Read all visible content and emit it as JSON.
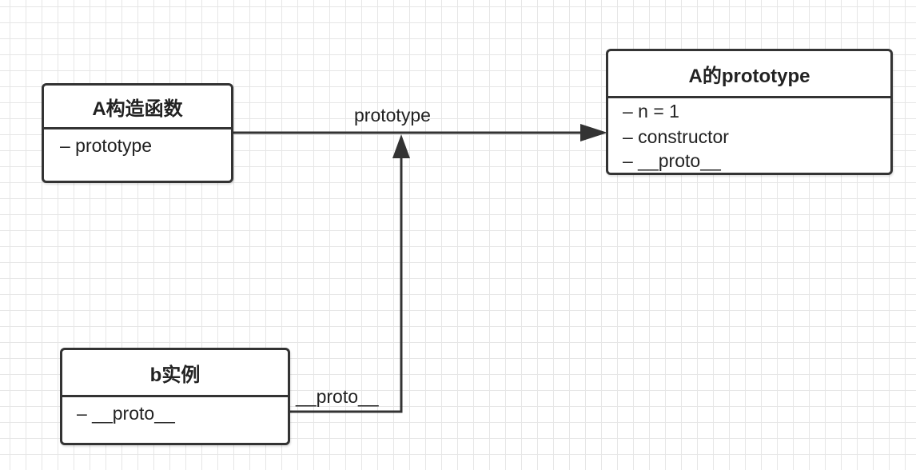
{
  "nodes": {
    "constructor_a": {
      "title": "A构造函数",
      "attrs": [
        "– prototype"
      ]
    },
    "prototype_a": {
      "title": "A的prototype",
      "attrs": [
        "– n = 1",
        "– constructor",
        "– __proto__"
      ]
    },
    "instance_b": {
      "title": "b实例",
      "attrs": [
        "– __proto__"
      ]
    }
  },
  "edges": {
    "prototype_label": "prototype",
    "proto_label": "__proto__"
  },
  "colors": {
    "line": "#333333",
    "grid": "#e6e6e6",
    "text": "#222222"
  }
}
